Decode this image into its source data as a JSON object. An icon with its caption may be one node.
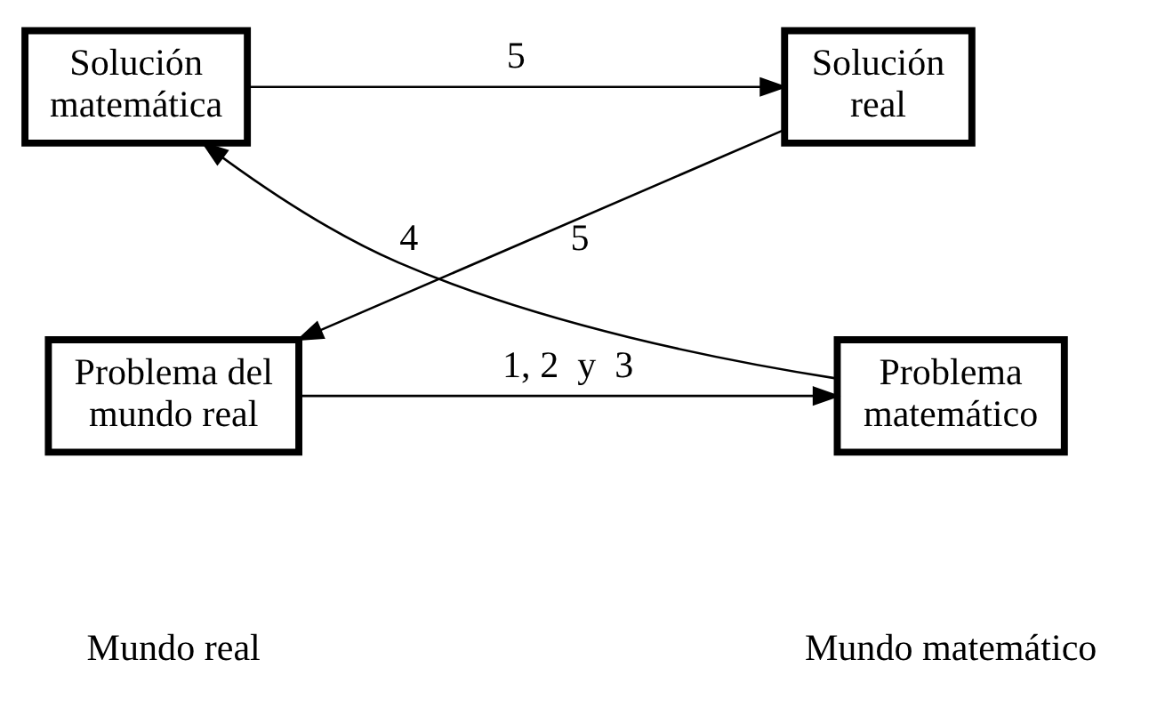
{
  "diagram": {
    "nodes": [
      {
        "text": [
          "Solución real"
        ]
      },
      {
        "text": [
          "Solución matemática"
        ]
      },
      {
        "text": [
          "Problema del mundo real"
        ]
      },
      {
        "text": [
          "Problema matemático"
        ]
      }
    ],
    "edges": [
      {
        "from": 1,
        "to": 0,
        "arrow": "to",
        "label": "5"
      },
      {
        "from": 0,
        "to": 2,
        "arrow": "to",
        "label": "5"
      },
      {
        "from": 2,
        "to": 3,
        "arrow": "to",
        "label": "1, 2  y  3"
      },
      {
        "from": 3,
        "to": 1,
        "arrow": "to",
        "label": "4"
      }
    ],
    "labels": [
      "Mundo real",
      "Mundo matemático"
    ]
  }
}
